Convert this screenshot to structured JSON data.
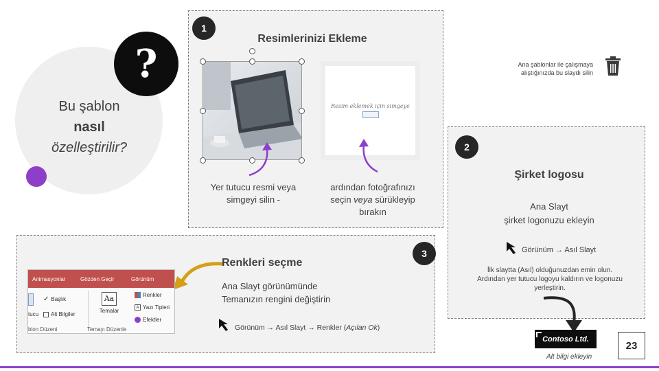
{
  "left": {
    "question_mark": "?",
    "title_line1": "Bu şablon",
    "title_line2": "nasıl",
    "title_line3": "özelleştirilir?"
  },
  "section1": {
    "number": "1",
    "title": "Resimlerinizi Ekleme",
    "delete_hint": "Ana şablonlar ile çalışmaya alıştığınızda bu slaydı silin",
    "placeholder_text": "Resim eklemek için simgeye",
    "caption_left": "Yer tutucu resmi veya simgeyi silin -",
    "caption_right_pre": "ardından fotoğrafınızı seçin ",
    "caption_right_em": "veya",
    "caption_right_post": " sürükleyip bırakın"
  },
  "section2": {
    "number": "2",
    "title": "Şirket logosu",
    "line1": "Ana Slayt",
    "line2": "şirket logonuzu ekleyin",
    "path": "Görünüm → Asıl Slayt",
    "desc": "İlk slaytta (Asıl) olduğunuzdan emin olun. Ardından yer tutucu logoyu kaldırın ve logonuzu yerleştirin.",
    "logo_text": "Contoso Ltd.",
    "footer_hint": "Alt bilgi ekleyin"
  },
  "section3": {
    "number": "3",
    "title": "Renkleri seçme",
    "line1": "Ana Slayt görünümünde",
    "line2": "Temanızın rengini değiştirin",
    "path_pre": "Görünüm → Asıl Slayt → Renkler (",
    "path_em": "Açılan Ok",
    "path_post": ")"
  },
  "ribbon": {
    "tabs": [
      "Animasyonlar",
      "Gözden Geçir",
      "Görünüm"
    ],
    "baslik": "Başlık",
    "alt_bilgiler": "Alt Bilgiler",
    "temalar": "Temalar",
    "renkler": "Renkler",
    "yazi_tipleri": "Yazı Tipleri",
    "efektler": "Efektler",
    "left_cut_label": "tucu",
    "left_group": "blon Düzeni",
    "right_group": "Temayı Düzenle"
  },
  "page_number": "23",
  "colors": {
    "accent_purple": "#8e3fc9",
    "ribbon_red": "#c0504d",
    "arrow_gold": "#d4a017",
    "dark": "#262626"
  }
}
